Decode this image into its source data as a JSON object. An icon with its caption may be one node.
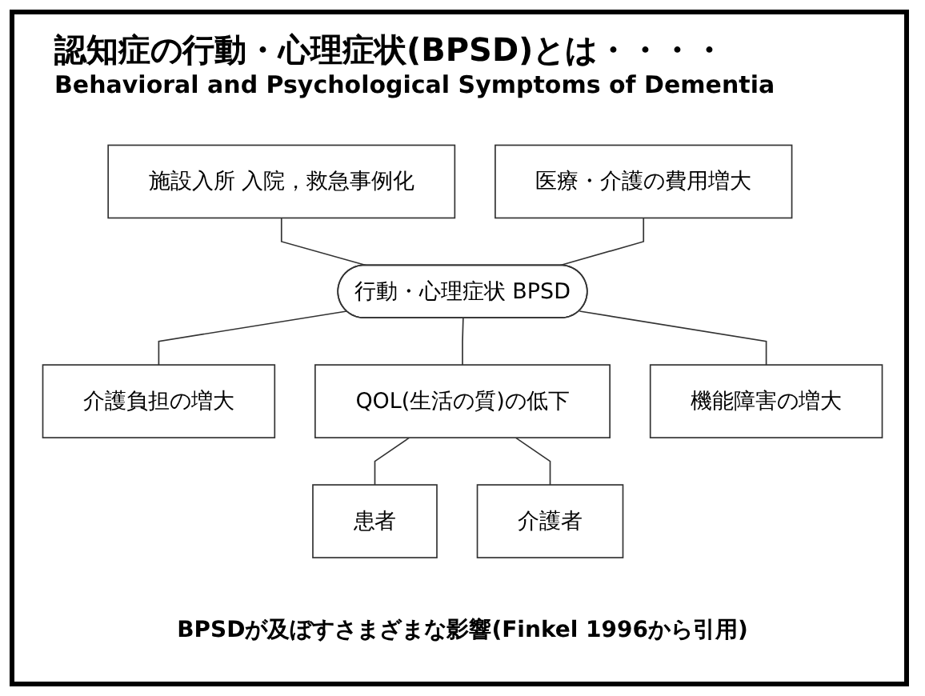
{
  "diagram": {
    "title": "認知症の行動・心理症状(BPSD)とは・・・・",
    "caption": "BPSDが及ぼすさまざまな影響(Finkel 1996から引用)",
    "labels": [
      "Behavioral and Psychological Symptoms of Dementia"
    ],
    "nodes": [
      {
        "text": [
          "施設入所 入院，救急事例化"
        ]
      },
      {
        "text": [
          "医療・介護の費用増大"
        ]
      },
      {
        "text": [
          "行動・心理症状 BPSD"
        ]
      },
      {
        "text": [
          "介護負担の増大"
        ]
      },
      {
        "text": [
          "QOL(生活の質)の低下"
        ]
      },
      {
        "text": [
          "機能障害の増大"
        ]
      },
      {
        "text": [
          "患者"
        ]
      },
      {
        "text": [
          "介護者"
        ]
      }
    ],
    "edges": [
      {
        "from": 0,
        "to": 2,
        "arrow": "none"
      },
      {
        "from": 1,
        "to": 2,
        "arrow": "none"
      },
      {
        "from": 2,
        "to": 3,
        "arrow": "none"
      },
      {
        "from": 2,
        "to": 4,
        "arrow": "none"
      },
      {
        "from": 2,
        "to": 5,
        "arrow": "none"
      },
      {
        "from": 4,
        "to": 6,
        "arrow": "none"
      },
      {
        "from": 4,
        "to": 7,
        "arrow": "none"
      }
    ]
  }
}
